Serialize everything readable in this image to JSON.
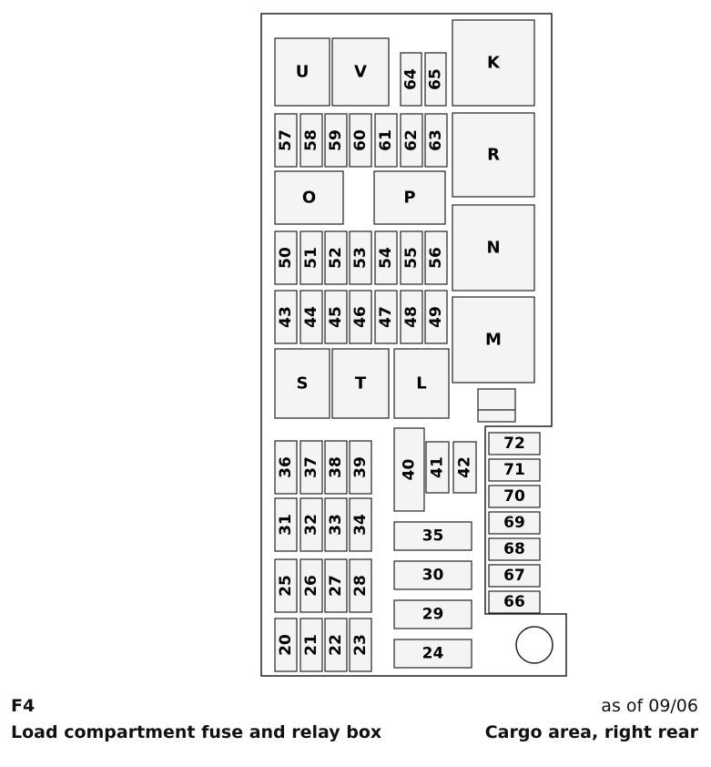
{
  "diagram": {
    "relays": [
      {
        "label": "U"
      },
      {
        "label": "V"
      },
      {
        "label": "K"
      },
      {
        "label": "R"
      },
      {
        "label": "O"
      },
      {
        "label": "P"
      },
      {
        "label": "N"
      },
      {
        "label": "M"
      },
      {
        "label": "S"
      },
      {
        "label": "T"
      },
      {
        "label": "L"
      }
    ],
    "fuses_vertical": [
      {
        "label": "64"
      },
      {
        "label": "65"
      },
      {
        "label": "57"
      },
      {
        "label": "58"
      },
      {
        "label": "59"
      },
      {
        "label": "60"
      },
      {
        "label": "61"
      },
      {
        "label": "62"
      },
      {
        "label": "63"
      },
      {
        "label": "50"
      },
      {
        "label": "51"
      },
      {
        "label": "52"
      },
      {
        "label": "53"
      },
      {
        "label": "54"
      },
      {
        "label": "55"
      },
      {
        "label": "56"
      },
      {
        "label": "43"
      },
      {
        "label": "44"
      },
      {
        "label": "45"
      },
      {
        "label": "46"
      },
      {
        "label": "47"
      },
      {
        "label": "48"
      },
      {
        "label": "49"
      },
      {
        "label": "36"
      },
      {
        "label": "37"
      },
      {
        "label": "38"
      },
      {
        "label": "39"
      },
      {
        "label": "40"
      },
      {
        "label": "41"
      },
      {
        "label": "42"
      },
      {
        "label": "31"
      },
      {
        "label": "32"
      },
      {
        "label": "33"
      },
      {
        "label": "34"
      },
      {
        "label": "25"
      },
      {
        "label": "26"
      },
      {
        "label": "27"
      },
      {
        "label": "28"
      },
      {
        "label": "20"
      },
      {
        "label": "21"
      },
      {
        "label": "22"
      },
      {
        "label": "23"
      }
    ],
    "fuses_horizontal": [
      {
        "label": "72"
      },
      {
        "label": "71"
      },
      {
        "label": "70"
      },
      {
        "label": "69"
      },
      {
        "label": "68"
      },
      {
        "label": "67"
      },
      {
        "label": "66"
      },
      {
        "label": "35"
      },
      {
        "label": "30"
      },
      {
        "label": "29"
      },
      {
        "label": "24"
      }
    ]
  },
  "caption": {
    "code": "F4",
    "title": "Load compartment fuse and relay box",
    "date": "as of 09/06",
    "location": "Cargo area, right rear"
  }
}
